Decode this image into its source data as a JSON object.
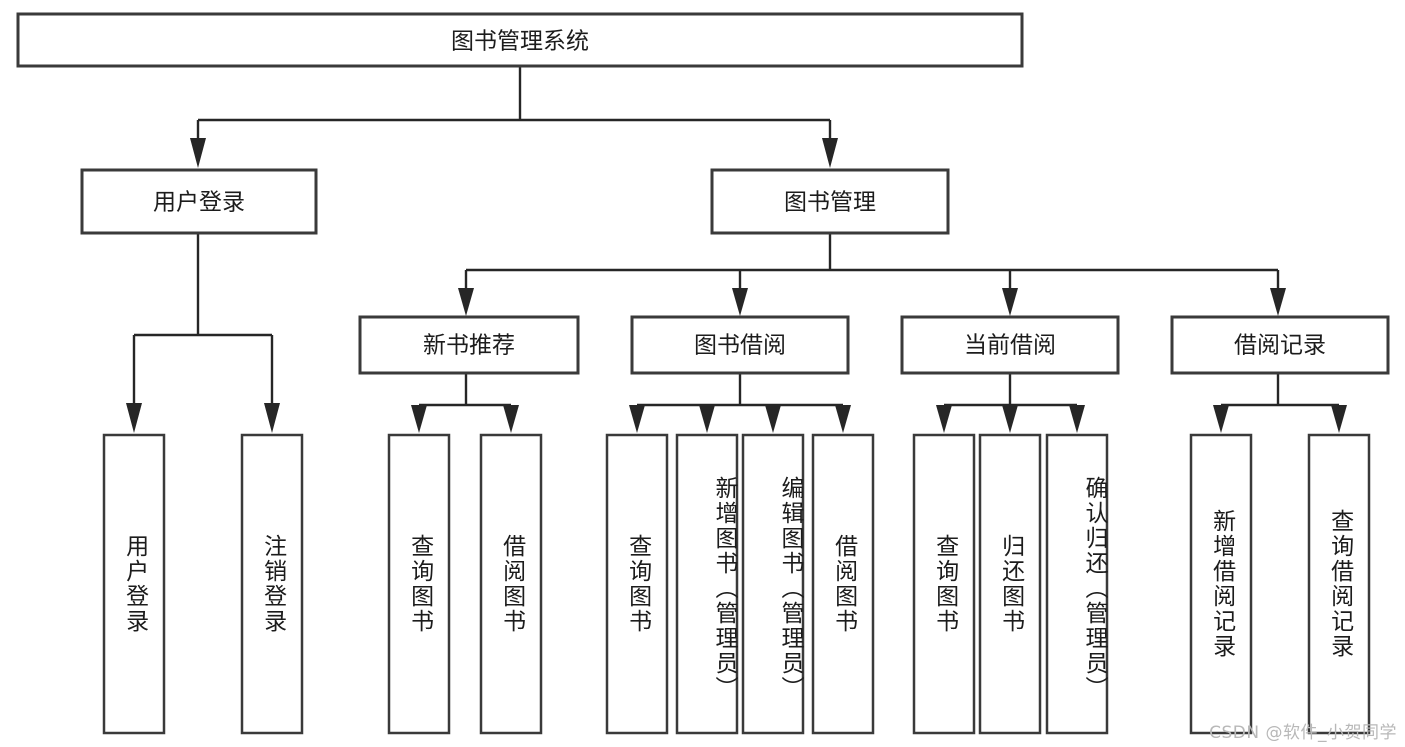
{
  "diagram": {
    "type": "tree",
    "title": "图书管理系统",
    "orientation": "top-down",
    "root": {
      "id": "root",
      "label": "图书管理系统",
      "text_orientation": "horizontal"
    },
    "level2": [
      {
        "id": "user-login",
        "label": "用户登录",
        "text_orientation": "horizontal"
      },
      {
        "id": "book-manage",
        "label": "图书管理",
        "text_orientation": "horizontal"
      }
    ],
    "level3": [
      {
        "id": "new-book-recommend",
        "label": "新书推荐",
        "parent": "book-manage",
        "text_orientation": "horizontal"
      },
      {
        "id": "book-borrow",
        "label": "图书借阅",
        "parent": "book-manage",
        "text_orientation": "horizontal"
      },
      {
        "id": "current-borrow",
        "label": "当前借阅",
        "parent": "book-manage",
        "text_orientation": "horizontal"
      },
      {
        "id": "borrow-record",
        "label": "借阅记录",
        "parent": "book-manage",
        "text_orientation": "horizontal"
      }
    ],
    "leaves": [
      {
        "id": "leaf-user-login",
        "label": "用户登录",
        "parent": "user-login",
        "text_orientation": "vertical"
      },
      {
        "id": "leaf-logout-login",
        "label": "注销登录",
        "parent": "user-login",
        "text_orientation": "vertical"
      },
      {
        "id": "leaf-query-book-1",
        "label": "查询图书",
        "parent": "new-book-recommend",
        "text_orientation": "vertical"
      },
      {
        "id": "leaf-borrow-book-1",
        "label": "借阅图书",
        "parent": "new-book-recommend",
        "text_orientation": "vertical"
      },
      {
        "id": "leaf-query-book-2",
        "label": "查询图书",
        "parent": "book-borrow",
        "text_orientation": "vertical"
      },
      {
        "id": "leaf-add-book",
        "label": "新增图书（管理员）",
        "parent": "book-borrow",
        "text_orientation": "vertical"
      },
      {
        "id": "leaf-edit-book",
        "label": "编辑图书（管理员）",
        "parent": "book-borrow",
        "text_orientation": "vertical"
      },
      {
        "id": "leaf-borrow-book-2",
        "label": "借阅图书",
        "parent": "book-borrow",
        "text_orientation": "vertical"
      },
      {
        "id": "leaf-query-book-3",
        "label": "查询图书",
        "parent": "current-borrow",
        "text_orientation": "vertical"
      },
      {
        "id": "leaf-return-book",
        "label": "归还图书",
        "parent": "current-borrow",
        "text_orientation": "vertical"
      },
      {
        "id": "leaf-confirm-return",
        "label": "确认归还（管理员）",
        "parent": "current-borrow",
        "text_orientation": "vertical"
      },
      {
        "id": "leaf-add-record",
        "label": "新增借阅记录",
        "parent": "borrow-record",
        "text_orientation": "vertical"
      },
      {
        "id": "leaf-query-record",
        "label": "查询借阅记录",
        "parent": "borrow-record",
        "text_orientation": "vertical"
      }
    ],
    "colors": {
      "box_fill": "#ffffff",
      "box_stroke": "#3a3a3a",
      "connector": "#262626",
      "text": "#1c1c1c",
      "background": "#ffffff",
      "watermark": "#b8b8b8"
    }
  },
  "watermark": {
    "text": "CSDN @软件_小贺同学"
  }
}
